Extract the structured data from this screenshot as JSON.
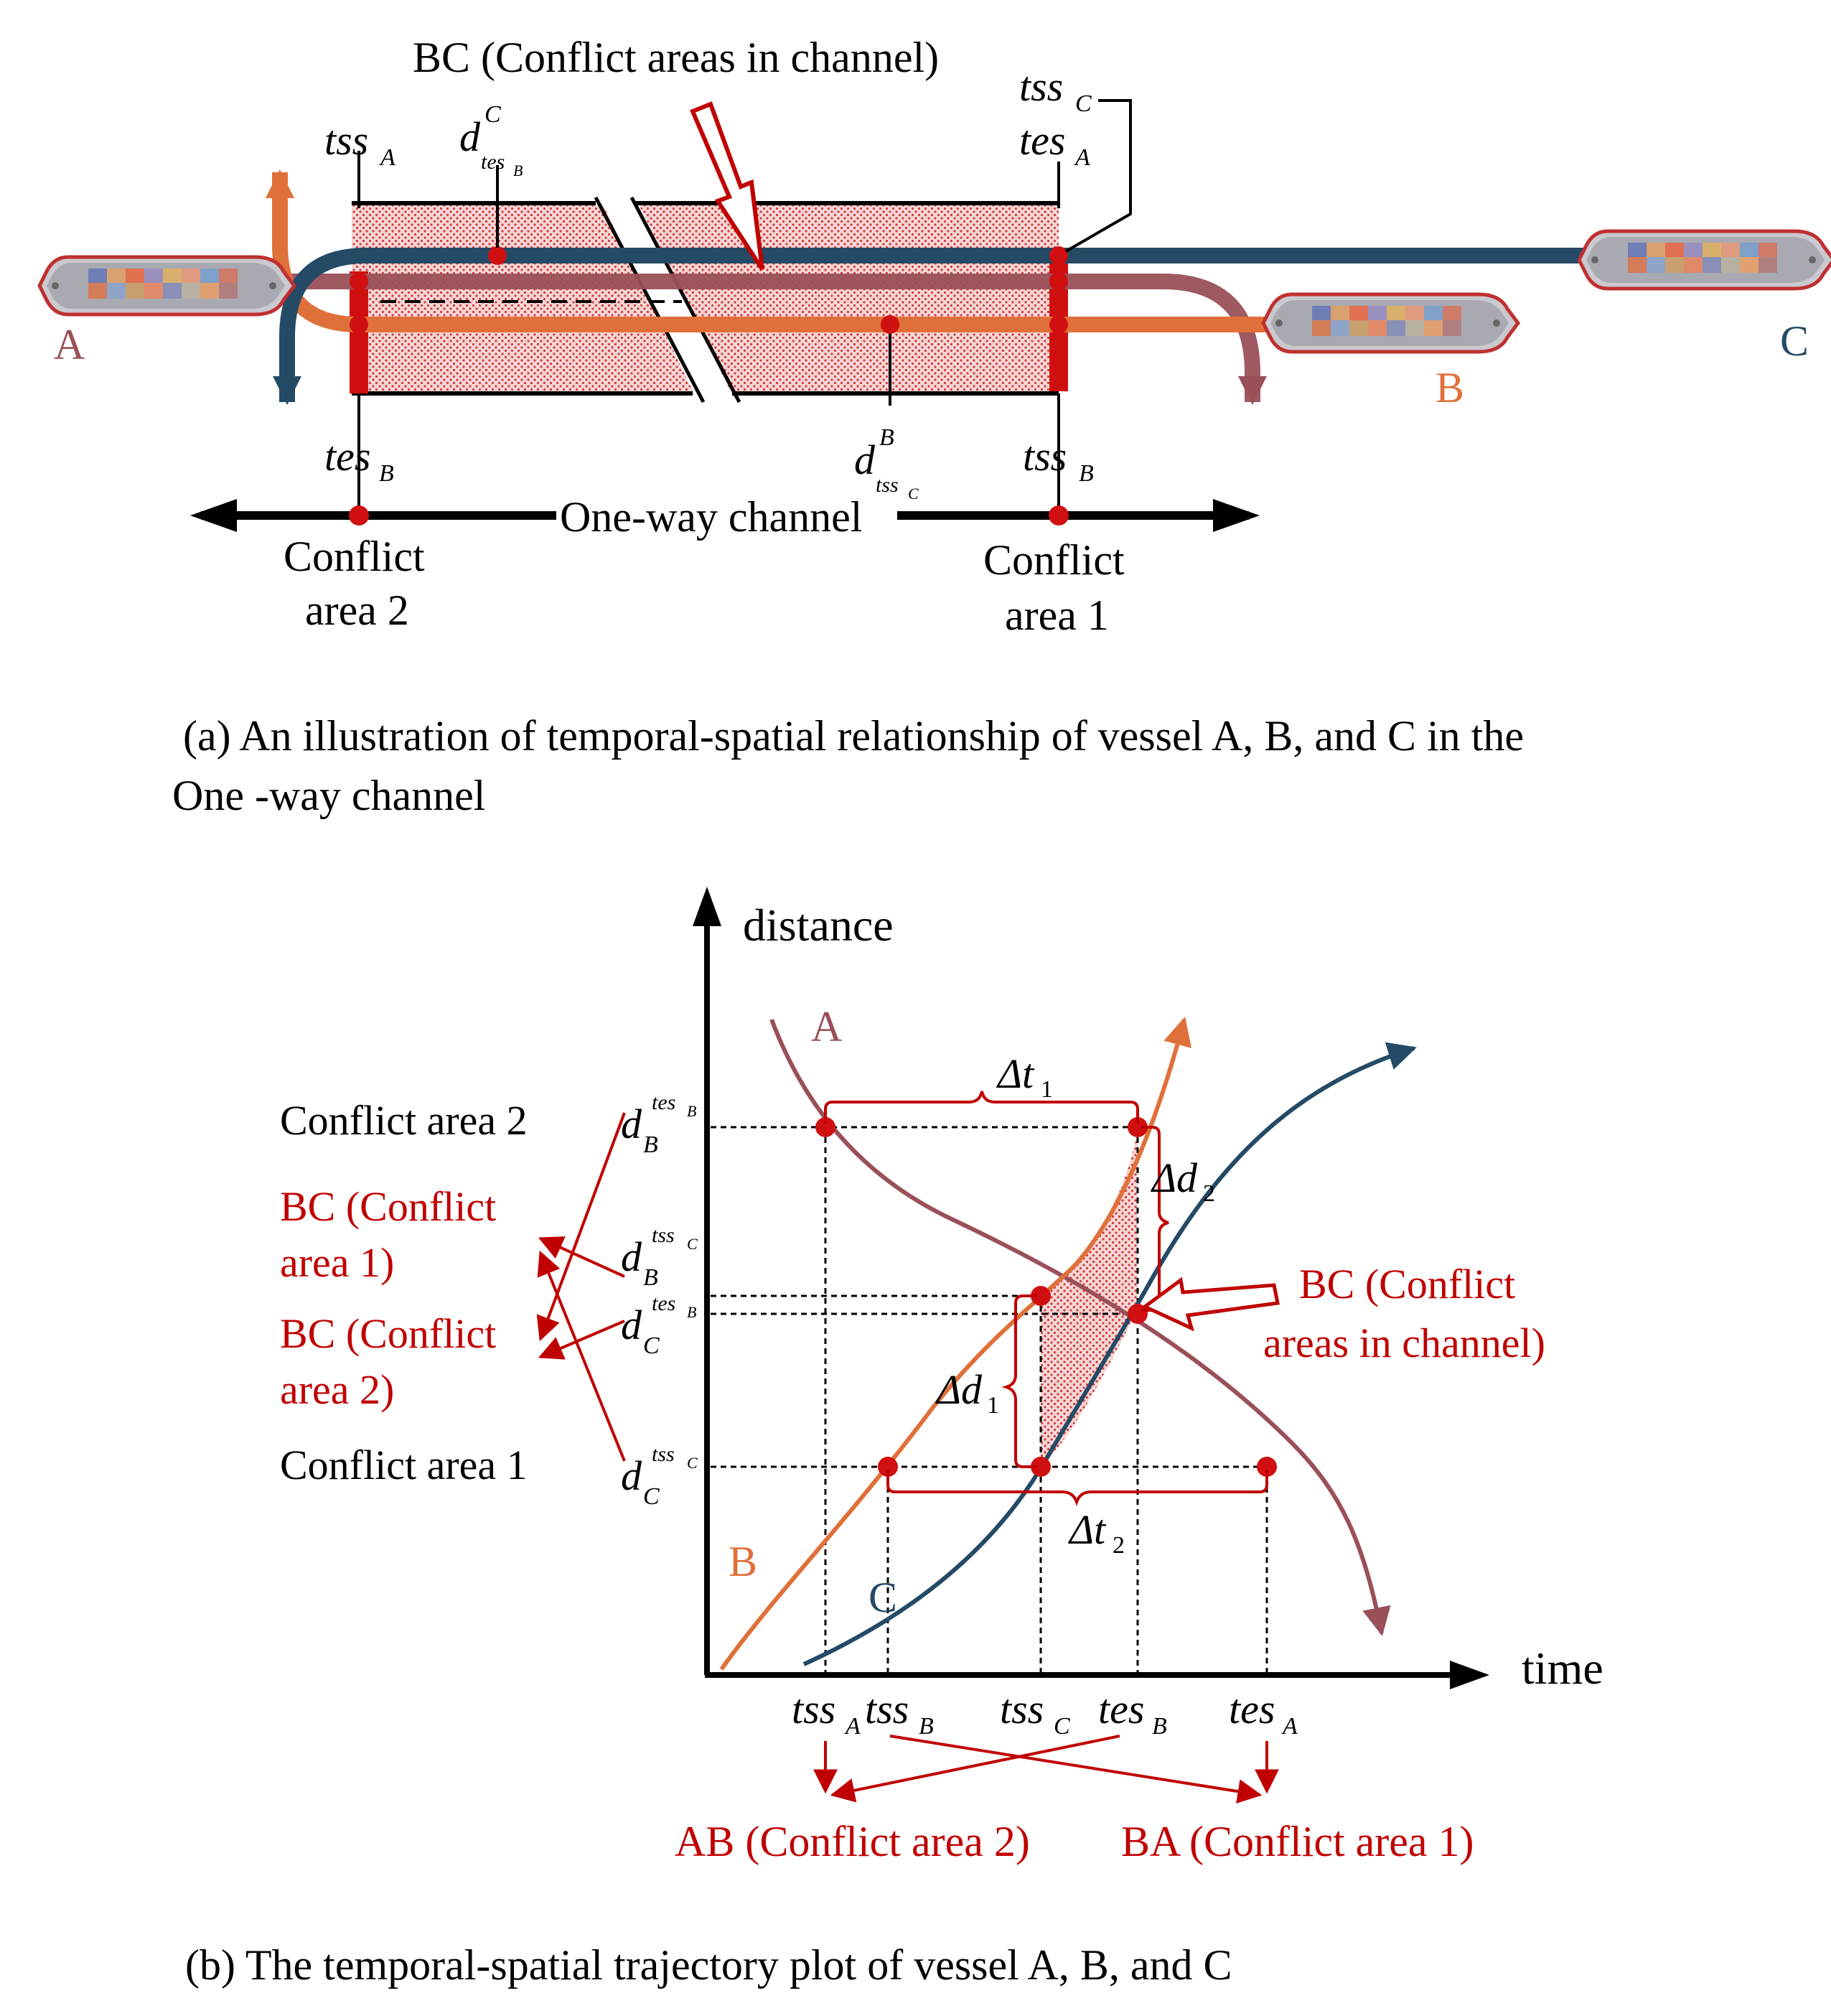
{
  "colors": {
    "vessel_A": "#9a5058",
    "vessel_B": "#e0703a",
    "vessel_C": "#244a66",
    "conflict": "#c00000",
    "hatch": "#f3c9c9"
  },
  "panel_a": {
    "top_label": "BC (Conflict areas in channel)",
    "vessel_A_label": "A",
    "vessel_B_label": "B",
    "vessel_C_label": "C",
    "marks": {
      "tss_A": {
        "base": "tss",
        "sub": "A"
      },
      "tes_B_left": {
        "base": "tes",
        "sub": "B"
      },
      "tss_C": {
        "base": "tss",
        "sub": "C"
      },
      "tes_A": {
        "base": "tes",
        "sub": "A"
      },
      "tss_B": {
        "base": "tss",
        "sub": "B"
      },
      "d_tesB_C": {
        "base": "d",
        "sup": "C",
        "sub": "tes",
        "subsub": "B"
      },
      "d_tssC_B": {
        "base": "d",
        "sup": "B",
        "sub": "tss",
        "subsub": "C"
      }
    },
    "channel_label": "One-way channel",
    "conflict_area_2": [
      "Conflict",
      "area 2"
    ],
    "conflict_area_1": [
      "Conflict",
      "area 1"
    ],
    "caption_line1": "(a) An illustration of temporal-spatial relationship of vessel A, B, and C in the",
    "caption_line2": "One -way channel"
  },
  "panel_b": {
    "y_axis": "distance",
    "x_axis": "time",
    "curve_A": "A",
    "curve_B": "B",
    "curve_C": "C",
    "left_labels": {
      "conflict_area_2": "Conflict area 2",
      "bc_area1": [
        "BC (Conflict",
        "area 1)"
      ],
      "bc_area2": [
        "BC (Conflict",
        "area 2)"
      ],
      "conflict_area_1": "Conflict area 1"
    },
    "y_ticks": {
      "d_B_tesB": {
        "base": "d",
        "sub": "B",
        "sup": "tes",
        "supsub": "B"
      },
      "d_B_tssC": {
        "base": "d",
        "sub": "B",
        "sup": "tss",
        "supsub": "C"
      },
      "d_C_tesB": {
        "base": "d",
        "sub": "C",
        "sup": "tes",
        "supsub": "B"
      },
      "d_C_tssC": {
        "base": "d",
        "sub": "C",
        "sup": "tss",
        "supsub": "C"
      }
    },
    "x_ticks": {
      "tss_A": {
        "base": "tss",
        "sub": "A"
      },
      "tss_B": {
        "base": "tss",
        "sub": "B"
      },
      "tss_C": {
        "base": "tss",
        "sub": "C"
      },
      "tes_B": {
        "base": "tes",
        "sub": "B"
      },
      "tes_A": {
        "base": "tes",
        "sub": "A"
      }
    },
    "delta_t1": {
      "base": "Δt",
      "sub": "1"
    },
    "delta_t2": {
      "base": "Δt",
      "sub": "2"
    },
    "delta_d1": {
      "base": "Δd",
      "sub": "1"
    },
    "delta_d2": {
      "base": "Δd",
      "sub": "2"
    },
    "bc_channel": [
      "BC (Conflict",
      "areas in channel)"
    ],
    "ab_label": "AB (Conflict area 2)",
    "ba_label": "BA (Conflict area 1)",
    "caption": "(b) The temporal-spatial trajectory plot  of vessel A, B, and C"
  }
}
